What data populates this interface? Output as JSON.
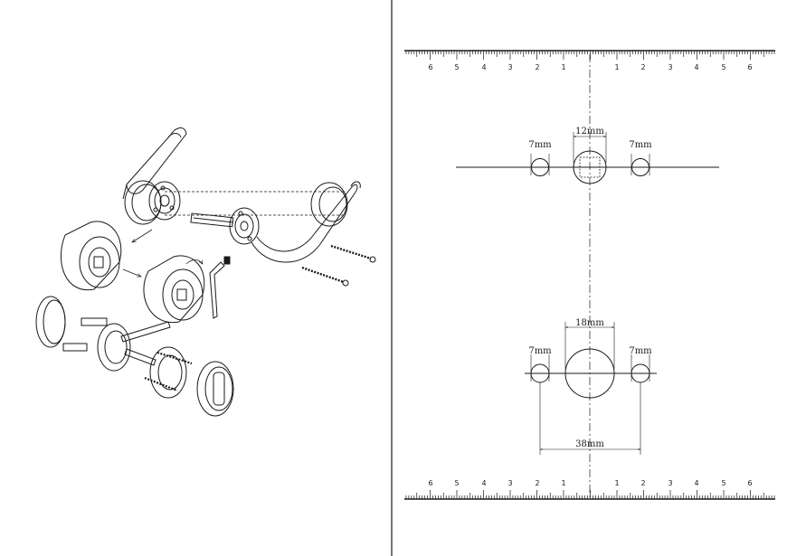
{
  "colors": {
    "ink": "#1a1a1a",
    "paper": "#ffffff"
  },
  "ruler_top": {
    "labels": [
      "6",
      "5",
      "4",
      "3",
      "2",
      "1",
      "1",
      "2",
      "3",
      "4",
      "5",
      "6"
    ]
  },
  "ruler_bottom": {
    "labels": [
      "6",
      "5",
      "4",
      "3",
      "2",
      "1",
      "1",
      "2",
      "3",
      "4",
      "5",
      "6"
    ]
  },
  "template_small": {
    "hole_left_label": "7mm",
    "center_label": "12mm",
    "hole_right_label": "7mm"
  },
  "template_large": {
    "hole_left_label": "7mm",
    "center_label": "18mm",
    "hole_right_label": "7mm",
    "spacing_label": "38mm"
  }
}
